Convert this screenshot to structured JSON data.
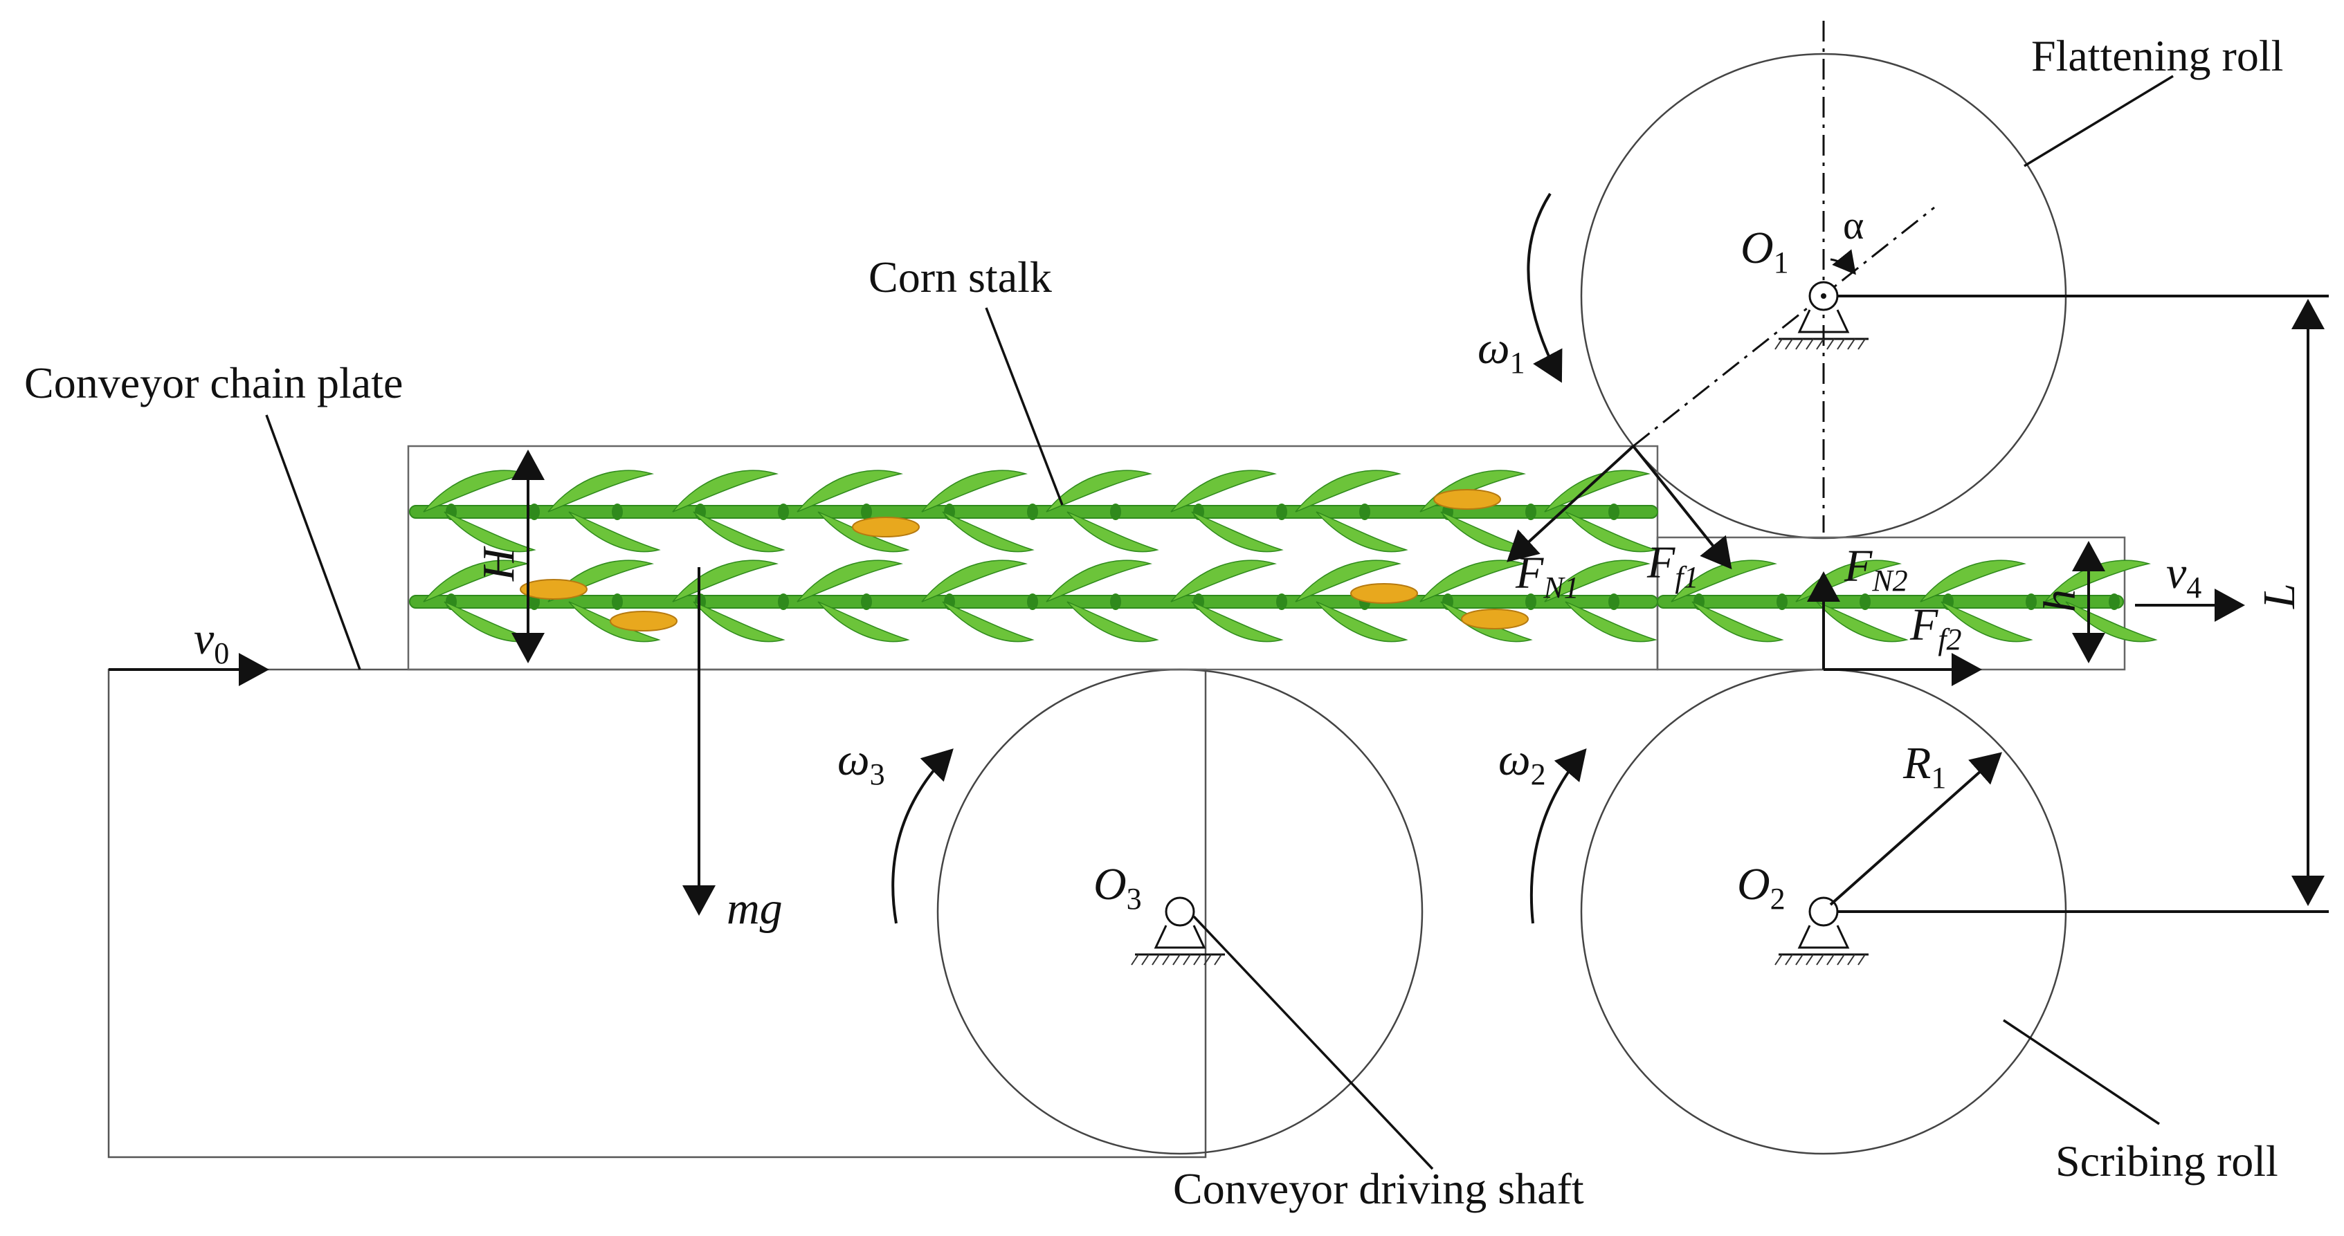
{
  "labels": {
    "flattening_roll": "Flattening roll",
    "corn_stalk": "Corn stalk",
    "conveyor_chain_plate": "Conveyor chain plate",
    "conveyor_driving_shaft": "Conveyor driving shaft",
    "scribing_roll": "Scribing roll"
  },
  "symbols": {
    "O1": {
      "base": "O",
      "sub": "1"
    },
    "O2": {
      "base": "O",
      "sub": "2"
    },
    "O3": {
      "base": "O",
      "sub": "3"
    },
    "alpha": "α",
    "omega1": {
      "base": "ω",
      "sub": "1"
    },
    "omega2": {
      "base": "ω",
      "sub": "2"
    },
    "omega3": {
      "base": "ω",
      "sub": "3"
    },
    "v0": {
      "base": "v",
      "sub": "0"
    },
    "v4": {
      "base": "v",
      "sub": "4"
    },
    "H": "H",
    "h": "h",
    "L": "L",
    "mg": "mg",
    "R1": {
      "base": "R",
      "sub": "1"
    },
    "FN1": {
      "base": "F",
      "sub": "N1"
    },
    "Ff1": {
      "base": "F",
      "sub": "f1"
    },
    "FN2": {
      "base": "F",
      "sub": "N2"
    },
    "Ff2": {
      "base": "F",
      "sub": "f2"
    }
  },
  "colors": {
    "stalk_green": "#4fae2c",
    "leaf_green": "#6cc43a",
    "leaf_dark": "#2f8a1c",
    "corn_yellow": "#e8a81e",
    "line": "#111111"
  }
}
